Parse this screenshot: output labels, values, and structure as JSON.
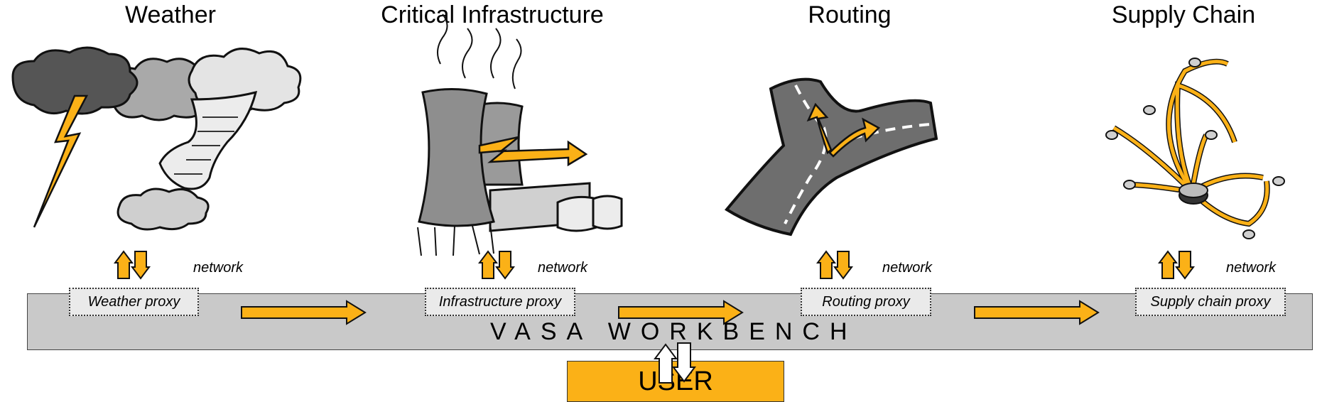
{
  "colors": {
    "accent": "#fbb117",
    "bar": "#c9c9c9",
    "proxy_bg": "#eaeaea"
  },
  "domains": [
    {
      "title": "Weather",
      "proxy": "Weather proxy",
      "network": "network",
      "icon": "storm-tornado-icon"
    },
    {
      "title": "Critical Infrastructure",
      "proxy": "Infrastructure proxy",
      "network": "network",
      "icon": "cooling-towers-icon"
    },
    {
      "title": "Routing",
      "proxy": "Routing proxy",
      "network": "network",
      "icon": "road-junction-icon"
    },
    {
      "title": "Supply Chain",
      "proxy": "Supply chain proxy",
      "network": "network",
      "icon": "supply-network-icon"
    }
  ],
  "workbench": {
    "label": "VASA WORKBENCH"
  },
  "user": {
    "label": "USER"
  }
}
